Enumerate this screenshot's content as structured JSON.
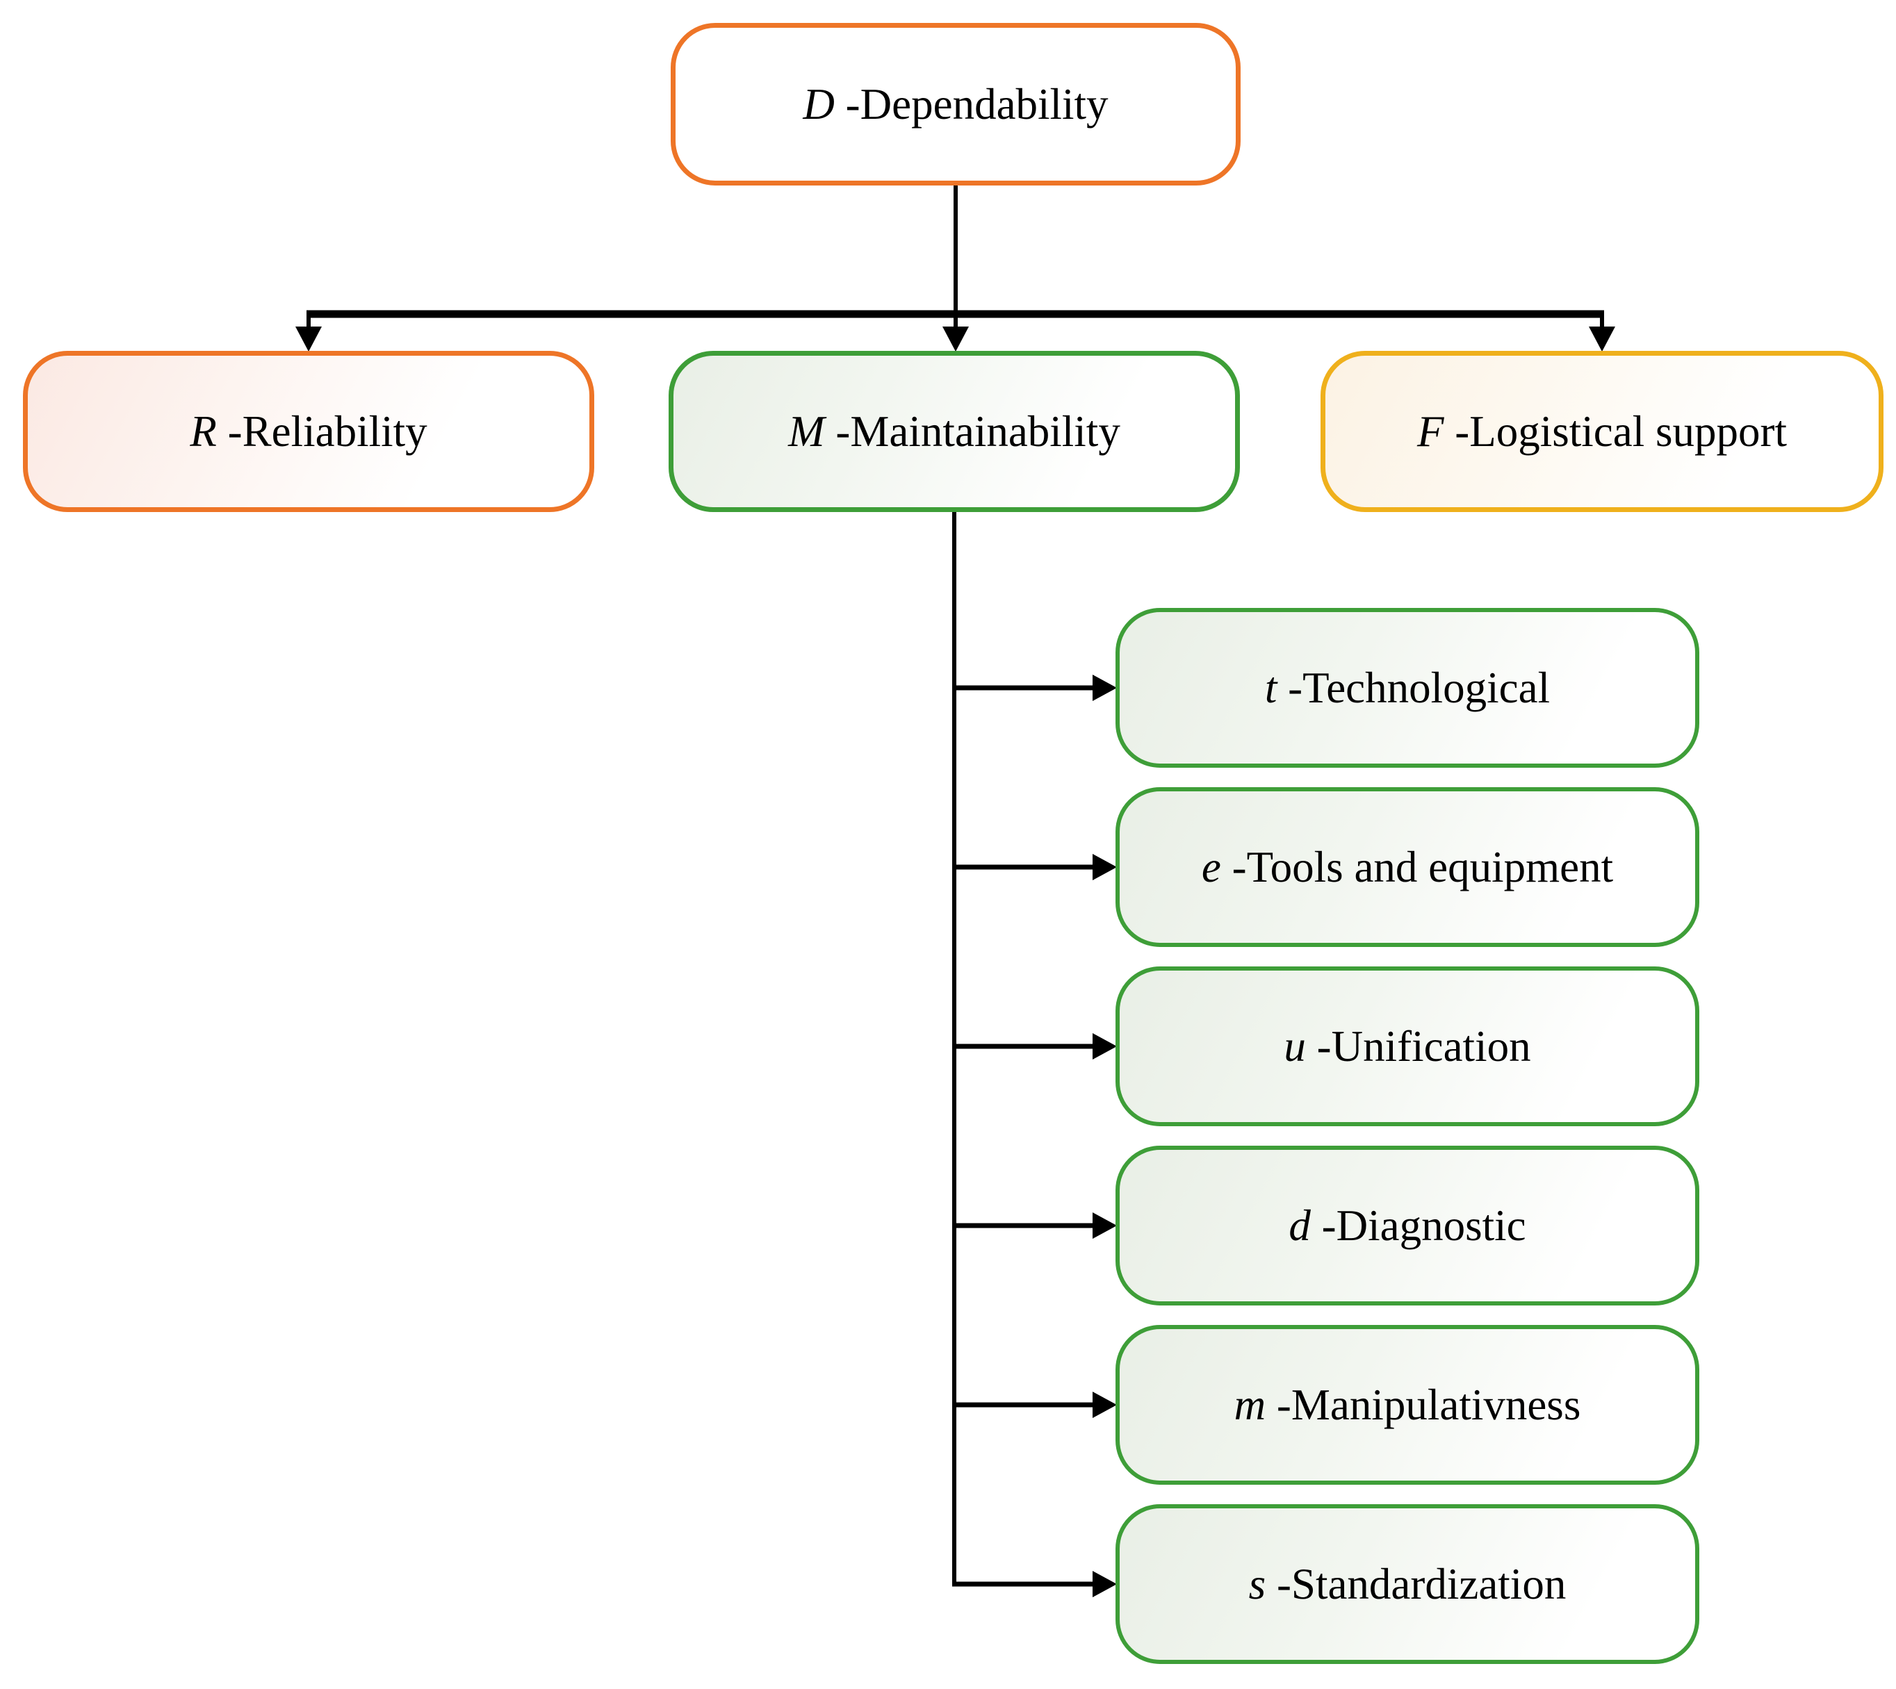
{
  "diagram": {
    "type": "hierarchy-flowchart",
    "root": {
      "symbol": "D",
      "label": " -Dependability"
    },
    "children": [
      {
        "id": "reliability",
        "symbol": "R",
        "label": " -Reliability",
        "theme_color": "#EE7527"
      },
      {
        "id": "maintainability",
        "symbol": "M",
        "label": " -Maintainability",
        "theme_color": "#3E9E38"
      },
      {
        "id": "logistical-support",
        "symbol": "F",
        "label": " -Logistical support",
        "theme_color": "#EFB01C"
      }
    ],
    "maintainability_children": [
      {
        "id": "technological",
        "symbol": "t",
        "label": " -Technological"
      },
      {
        "id": "tools-and-equipment",
        "symbol": "e",
        "label": " -Tools and equipment"
      },
      {
        "id": "unification",
        "symbol": "u",
        "label": " -Unification"
      },
      {
        "id": "diagnostic",
        "symbol": "d",
        "label": " -Diagnostic"
      },
      {
        "id": "manipulativness",
        "symbol": "m",
        "label": " -Manipulativness"
      },
      {
        "id": "standardization",
        "symbol": "s",
        "label": " -Standardization"
      }
    ],
    "colors": {
      "root_border": "#EE7527",
      "reliability_border": "#EE7527",
      "reliability_fill": "#FBE9E3",
      "maintainability_border": "#3E9E38",
      "maintainability_fill": "#E9EFE6",
      "logistical_border": "#EFB01C",
      "logistical_fill": "#FCF2E4",
      "connector": "#000000",
      "text": "#000000",
      "background": "#FFFFFF"
    }
  }
}
